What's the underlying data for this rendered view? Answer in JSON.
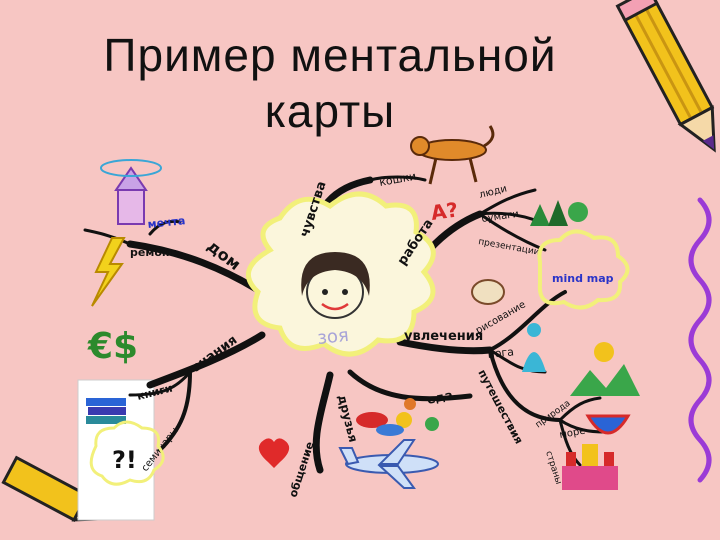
{
  "slide": {
    "title_line1": "Пример ментальной",
    "title_line2": "карты"
  },
  "center": {
    "name": "зоя"
  },
  "branches": {
    "dom": "дом",
    "mechta": "мечта",
    "remont": "ремонт",
    "chuvstva": "чувства",
    "koshki": "кошки",
    "rabota": "работа",
    "lyudi": "люди",
    "bumagi": "бумаги",
    "prezentacii": "презентации",
    "mindmap": "mind map",
    "uvlecheniya": "увлечения",
    "risovanie": "рисование",
    "yoga": "йога",
    "puteshestviya": "путешествия",
    "priroda": "природа",
    "more": "море",
    "strany": "страны",
    "eda": "еда",
    "druzya": "друзья",
    "obshchenie": "общение",
    "znaniya": "знания",
    "knigi": "книги",
    "seminary": "семинары"
  },
  "doodles": {
    "euro_dollar": "€$",
    "question": "А?",
    "exclaim": "?!"
  },
  "colors": {
    "background": "#f7c6c3",
    "branch": "#111111",
    "cloud": "#f2f07a",
    "squiggle": "#9b3bd6",
    "pencil_body": "#f2c21c"
  }
}
